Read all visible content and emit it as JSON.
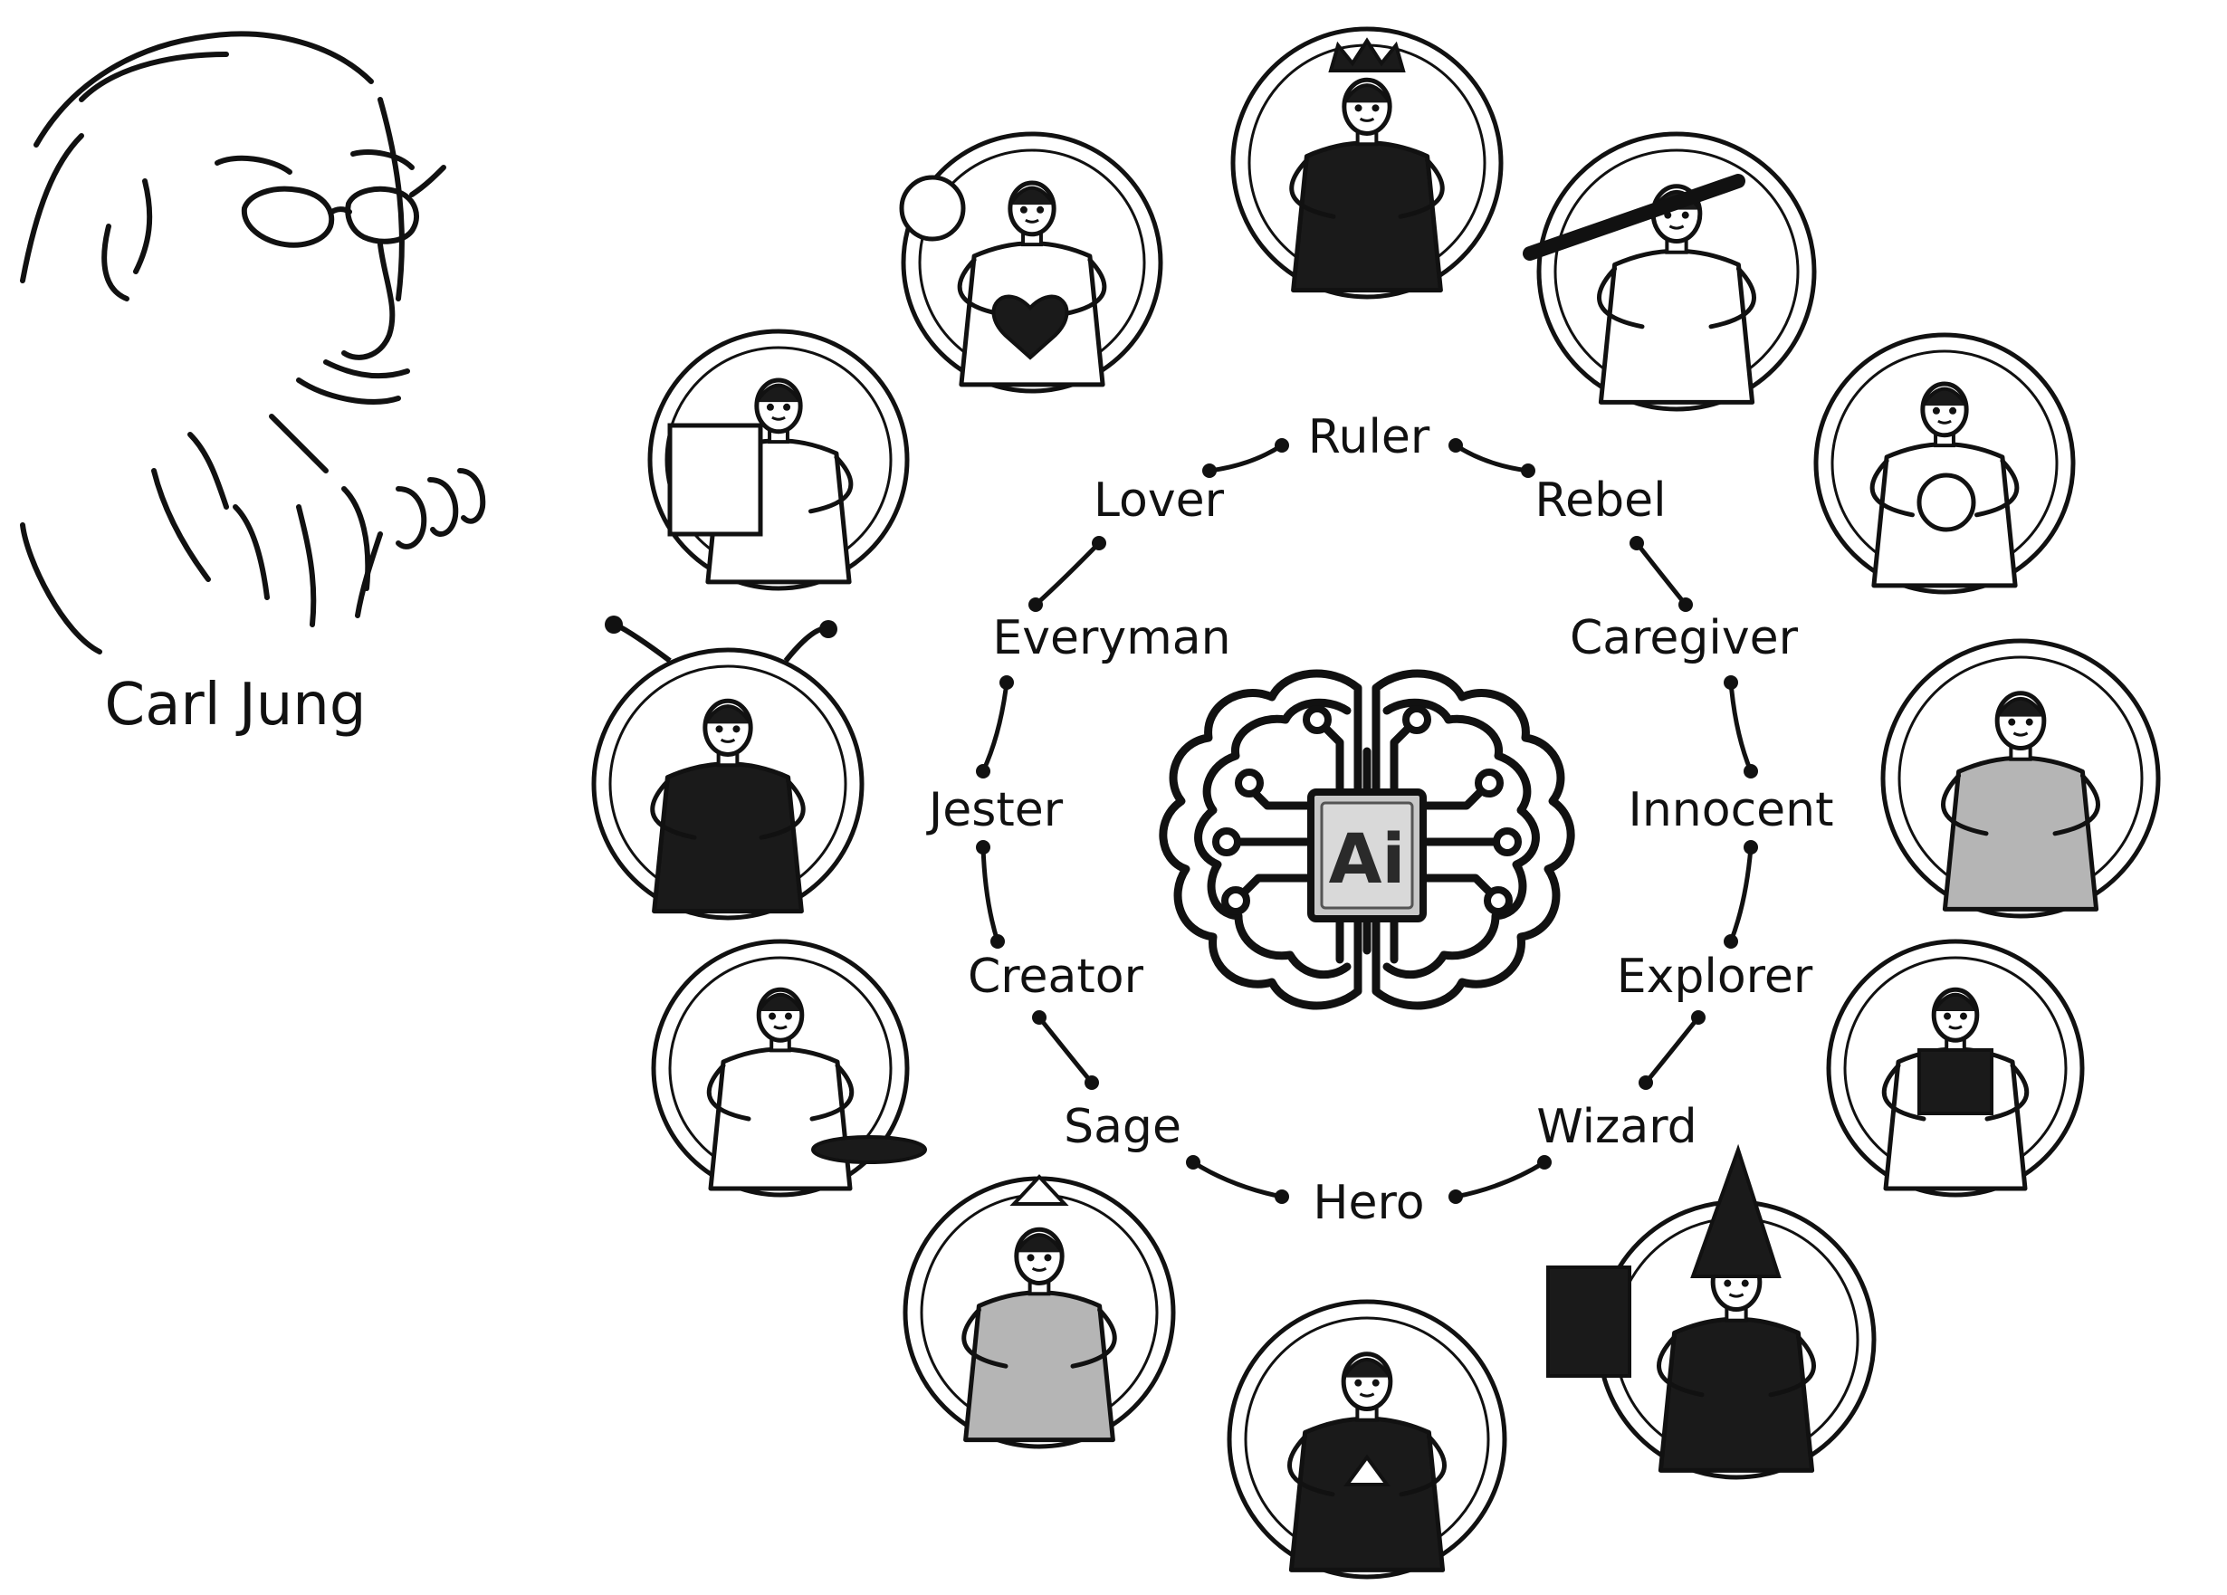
{
  "portrait": {
    "caption": "Carl Jung"
  },
  "center": {
    "badge": "Ai"
  },
  "archetypes": [
    {
      "key": "ruler",
      "label": "Ruler"
    },
    {
      "key": "rebel",
      "label": "Rebel"
    },
    {
      "key": "caregiver",
      "label": "Caregiver"
    },
    {
      "key": "innocent",
      "label": "Innocent"
    },
    {
      "key": "explorer",
      "label": "Explorer"
    },
    {
      "key": "wizard",
      "label": "Wizard"
    },
    {
      "key": "hero",
      "label": "Hero"
    },
    {
      "key": "sage",
      "label": "Sage"
    },
    {
      "key": "creator",
      "label": "Creator"
    },
    {
      "key": "jester",
      "label": "Jester"
    },
    {
      "key": "everyman",
      "label": "Everyman"
    },
    {
      "key": "lover",
      "label": "Lover"
    }
  ],
  "colors": {
    "ink": "#111111",
    "fill_dark": "#1a1a1a",
    "fill_gray": "#b5b5b5",
    "background": "#ffffff"
  }
}
